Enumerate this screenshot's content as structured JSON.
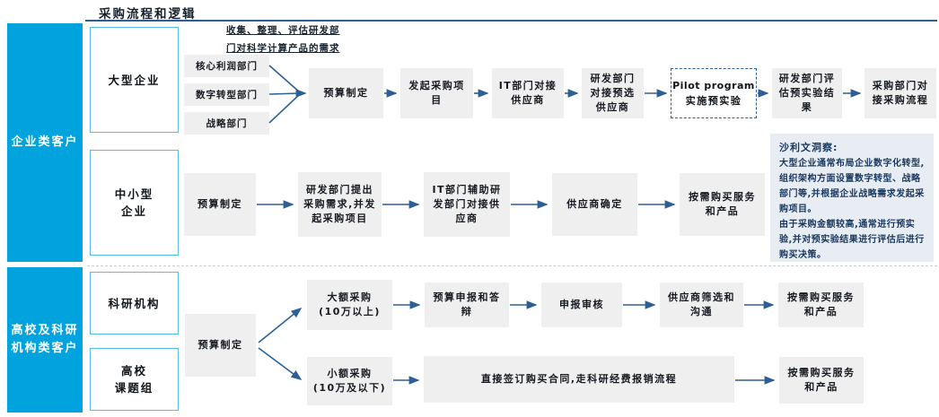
{
  "title": "采购流程和逻辑",
  "sidebar": {
    "enterprise_label": "企业类客户",
    "academic_lines": [
      "高校及科研",
      "机构类客户"
    ]
  },
  "categories": [
    {
      "lines": [
        "大型企业",
        ""
      ]
    },
    {
      "lines": [
        "中小型",
        "企业"
      ]
    },
    {
      "lines": [
        "科研机构",
        ""
      ]
    },
    {
      "lines": [
        "高校",
        "课题组"
      ]
    }
  ],
  "large_flow": {
    "note_lines": [
      "收集、整理、评估研发部",
      "门对科学计算产品的需求"
    ],
    "departments": [
      "核心利润部门",
      "数字转型部门",
      "战略部门"
    ],
    "steps": [
      "预算制定",
      "发起采购项目",
      "IT部门对接供应商",
      "研发部门对接预选供应商",
      "研发部门评估预实验结果",
      "采购部门对接采购流程"
    ],
    "pilot_lines": [
      "Pilot program",
      "实施预实验"
    ]
  },
  "sme_flow": {
    "steps": [
      "预算制定",
      "研发部门提出采购需求,并发起采购项目",
      "IT部门辅助研发部门对接供应商",
      "供应商确定",
      "按需购买服务和产品"
    ]
  },
  "academic_flow": {
    "budget": "预算制定",
    "large_amount_lines": [
      "大额采购",
      "(10万以上)"
    ],
    "large_steps": [
      "预算申报和答辩",
      "申报审核",
      "供应商筛选和沟通",
      "按需购买服务和产品"
    ],
    "small_amount_lines": [
      "小额采购",
      "(10万及以下)"
    ],
    "small_steps": [
      "直接签订购买合同,走科研经费报销流程",
      "按需购买服务和产品"
    ]
  },
  "insight": {
    "title": "沙利文洞察:",
    "paragraphs": [
      "大型企业通常布局企业数字化转型,组织架构方面设置数字转型、战略部门等,并根据企业战略需求发起采购项目。",
      "由于采购金额较高,通常进行预实验,并对预实验结果进行评估后进行购买决策。"
    ]
  },
  "colors": {
    "sidebar_blue": "#00A3DD",
    "category_border": "#54BEEA",
    "process_box_bg": "#EFEFEF",
    "arrow_navy": "#2E5F94",
    "insight_bg": "#E8EDF3",
    "insight_text": "#17375E",
    "title_rule": "#2E5F94"
  }
}
